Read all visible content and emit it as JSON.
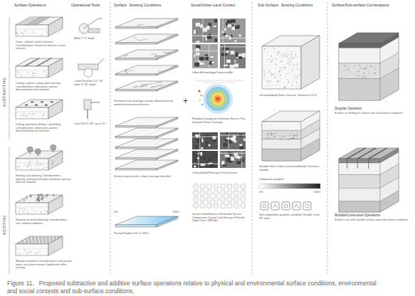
{
  "diagram": {
    "caption": "Figure 11.   Proposed subtractive and additive surface operations relative to physical and environmental surface conditions, environmental and social contexts and sub-surface conditions.",
    "labels": [
      "Surface Operations",
      "Operational Tools",
      "Surface : Existing Conditions",
      "Social/Urban-Land Context",
      "Sub-Surface : Existing Conditions",
      "Surface/Sub-surface Combinations",
      "SUBTRACTIVE",
      "ADDITIVE",
      "Dozer: asphalt surface removal Considerations: Extent of removal, re-use material",
      "Cutting: asphalt cutting and trenching Considerations: dimension, pattern, determined by tool selection",
      "Drilling: pavement drilling / soil drilling Considerations: dimension, pattern, determined by tool selection",
      "Rooting: tree planting Considerations: spacing, planting technique (eliminate species and tree volume)",
      "Rooting: perennial planting Considerations: soil, compost additions",
      "Modular pavement Considerations: non-paved items, non-plant material, hybrid with other strategy",
      "Miller 1\"-3\" depth",
      "Cutter/Trencher 1/2\"-10\" wide, 6\"-24\" depth",
      "Core Drill 4\"-18\", up to 10'",
      "Pavement over drainage, paving, deterioration by weather/environmental stress",
      "Surface drain (cracks, slope, drainage identifier)",
      "0%",
      "100%",
      "Paving/Gradient 0% to 100%",
      "+",
      "Urban Archaeology/Contextual Art",
      "Flooding Category & Intensities Source: Fair Grounds Sewer Drainage",
      "Vulnerability/Planning & Infrastructure",
      "Vacant lands/Surface Information Source: Comparison County Land Survey of Parcels Open Data, OMP.gov",
      "Unconsolidated Soils Cohesive, thickness <0.10",
      "Variable Soils / Urban (Unconsolidated) Thickness variable",
      "Compaction gradient",
      "0%",
      "100%",
      "Soil composition gradient suitability: Variable Land, Fill, other",
      "Singular Operation",
      "Surface cut drilling to surface and sub-surface conditions",
      "Multiple/Continuous Operations",
      "Surface cuts with variable surface and sub-surface conditions"
    ]
  }
}
